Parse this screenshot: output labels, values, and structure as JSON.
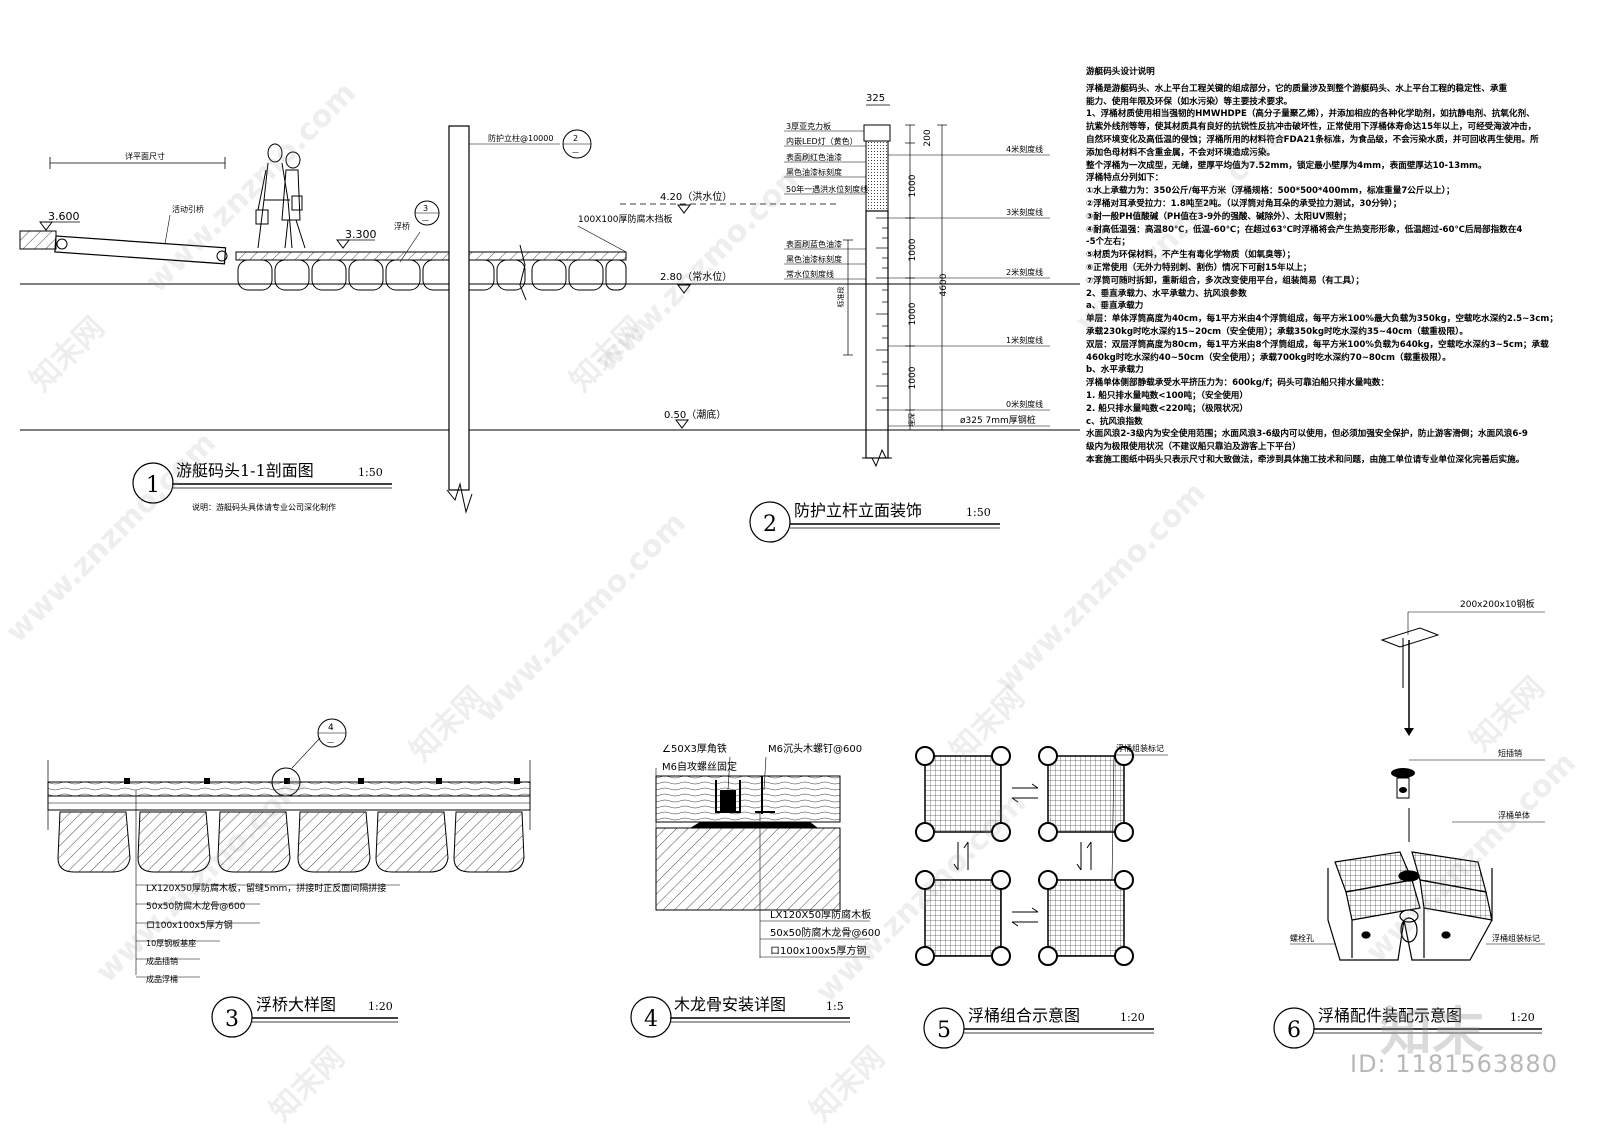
{
  "fig1": {
    "number": "1",
    "title": "游艇码头1-1剖面图",
    "scale": "1:50",
    "note": "说明：游艇码头具体请专业公司深化制作",
    "dim_text": "详平面尺寸",
    "elev_left": "3.600",
    "elev_bridge": "3.300",
    "elev_flood": "4.20（洪水位）",
    "elev_normal": "2.80（常水位）",
    "elev_ebb": "0.50（潮底）",
    "label_ramp": "活动引桥",
    "label_pontoon": "浮桥",
    "label_post": "防护立柱@10000",
    "label_board": "100X100厚防腐木挡板",
    "callout_post": {
      "num": "2",
      "sheet": "—"
    },
    "callout_pontoon": {
      "num": "3",
      "sheet": "—"
    }
  },
  "fig2": {
    "number": "2",
    "title": "防护立杆立面装饰",
    "scale": "1:50",
    "dim_top": "325",
    "dim_200": "200",
    "dim_1000": "1000",
    "dim_4600": "4600",
    "dim_embed": "埋深",
    "label_range": "标准段",
    "labels_left": [
      "3厚亚克力板",
      "内嵌LED灯（黄色）",
      "表面刷红色油漆",
      "黑色油漆标刻度",
      "50年一遇洪水位刻度线",
      "表面刷蓝色油漆",
      "黑色油漆标刻度",
      "常水位刻度线"
    ],
    "labels_right": [
      "4米刻度线",
      "3米刻度线",
      "2米刻度线",
      "1米刻度线",
      "0米刻度线",
      "ø325  7mm厚钢桩"
    ]
  },
  "fig3": {
    "number": "3",
    "title": "浮桥大样图",
    "scale": "1:20",
    "callout": {
      "num": "4",
      "sheet": "—"
    },
    "labels": [
      "LX120X50厚防腐木板，留缝5mm，拼接时正反面间隔拼接",
      "50x50防腐木龙骨@600",
      "ロ100x100x5厚方钢",
      "10厚钢板基座",
      "成品插销",
      "成品浮桶"
    ]
  },
  "fig4": {
    "number": "4",
    "title": "木龙骨安装详图",
    "scale": "1:5",
    "labels_top": [
      "∠50X3厚角铁",
      "M6自攻螺丝固定",
      "M6沉头木螺钉@600"
    ],
    "labels_bottom": [
      "LX120X50厚防腐木板",
      "50x50防腐木龙骨@600",
      "ロ100x100x5厚方钢"
    ]
  },
  "fig5": {
    "number": "5",
    "title": "浮桶组合示意图",
    "scale": "1:20",
    "label": "浮桶组装标记"
  },
  "fig6": {
    "number": "6",
    "title": "浮桶配件装配示意图",
    "scale": "1:20",
    "label_plate": "200x200x10钢板",
    "label_pin": "短插销",
    "label_unit": "浮桶单体",
    "label_bolt": "螺栓孔",
    "label_mark": "浮桶组装标记"
  },
  "notes": {
    "title": "游艇码头设计说明",
    "lines": [
      "浮桶是游艇码头、水上平台工程关键的组成部分，它的质量涉及到整个游艇码头、水上平台工程的稳定性、承重",
      "能力、使用年限及环保（如水污染）等主要技术要求。",
      "1、浮桶材质使用相当强韧的HMWHDPE（高分子量聚乙烯），并添加相应的各种化学助剂，如抗静电剂、抗氧化剂、",
      "抗紫外线剂等等，使其材质具有良好的抗锐性反抗冲击破坏性，正常使用下浮桶体寿命达15年以上，可经受海波冲击，",
      "自然环境变化及高低温的侵蚀；浮桶所用的材料符合FDA21条标准，为食品级，不会污染水质，并可回收再生使用。所",
      "添加色母材料不含重金属，不会对环境造成污染。",
      "整个浮桶为一次成型，无缝，壁厚平均值为7.52mm，锁定最小壁厚为4mm，表面壁厚达10-13mm。",
      "浮桶特点分列如下：",
      "①水上承载力为：350公斤/每平方米（浮桶规格：500*500*400mm，标准重量7公斤以上）；",
      "②浮桶对耳承受拉力：1.8吨至2吨。（以浮筒对角耳朵的承受拉力测试，30分钟）；",
      "③耐一般PH值酸碱（PH值在3-9外的强酸、碱除外）、太阳UV照射；",
      "④耐高低温强：高温80℃，低温-60℃；在超过63℃时浮桶将会产生热变形形象，低温超过-60℃后局部指数在4",
      "-5个左右；",
      "⑤材质为环保材料，不产生有毒化学物质（如氧臭等）；",
      "⑥正常使用（无外力特别刺、割伤）情况下可耐15年以上；",
      "⑦浮筒可随时拆卸，重新组合，多次改变使用平台，组装简易（有工具）；",
      "2、垂直承载力、水平承载力、抗风浪参数",
      "a、垂直承载力",
      "单层：单体浮筒高度为40cm，每1平方米由4个浮筒组成，每平方米100%最大负载为350kg，空载吃水深约2.5~3cm；",
      "承载230kg时吃水深约15~20cm（安全使用）；承载350kg时吃水深约35~40cm（载重极限）。",
      "双层：双层浮筒高度为80cm，每1平方米由8个浮筒组成，每平方米100%负载为640kg，空载吃水深约3~5cm；承载",
      "460kg时吃水深约40~50cm（安全使用）；承载700kg时吃水深约70~80cm（载重极限）。",
      "b、水平承载力",
      "浮桶单体侧部静载承受水平挤压力为：600kg/f；码头可靠泊船只排水量吨数：",
      "1. 船只排水量吨数<100吨；（安全使用）",
      "2. 船只排水量吨数<220吨；（极限状况）",
      "c、抗风浪指数",
      "水面风浪2-3级内为安全使用范围；水面风浪3-6级内可以使用，但必须加强安全保护，防止游客滑倒；水面风浪6-9",
      "级内为极限使用状况（不建议船只靠泊及游客上下平台）",
      "本套施工图纸中码头只表示尺寸和大致做法，牵涉到具体施工技术和问题，由施工单位请专业单位深化完善后实施。"
    ]
  },
  "watermark": {
    "id_text": "ID: 1181563880",
    "site": "www.znzmo.com",
    "brand": "知末网",
    "logo": "知末"
  }
}
